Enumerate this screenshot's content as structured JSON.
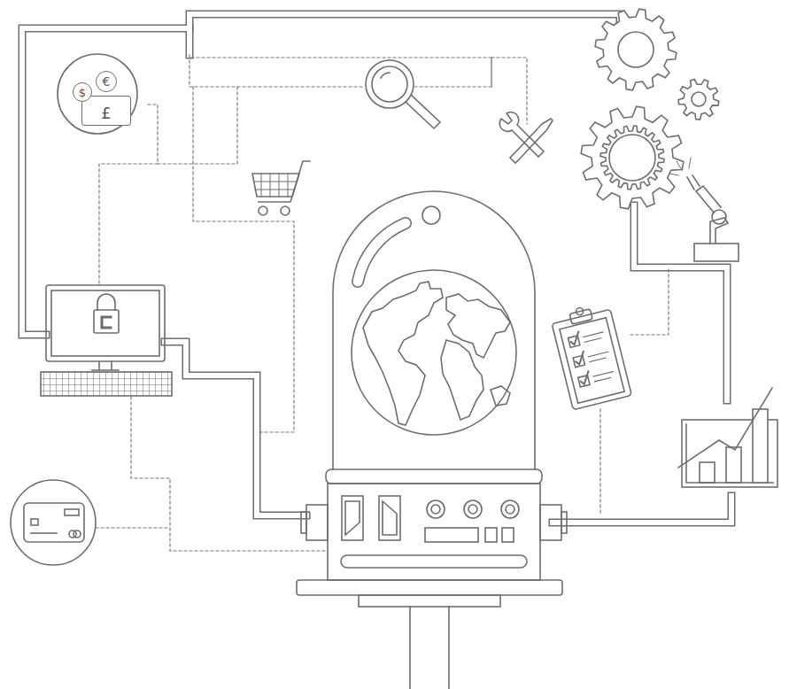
{
  "diagram": {
    "nodes": [
      {
        "text": [
          "$"
        ]
      },
      {
        "text": [
          "€"
        ]
      },
      {
        "text": [
          "£"
        ]
      }
    ]
  }
}
